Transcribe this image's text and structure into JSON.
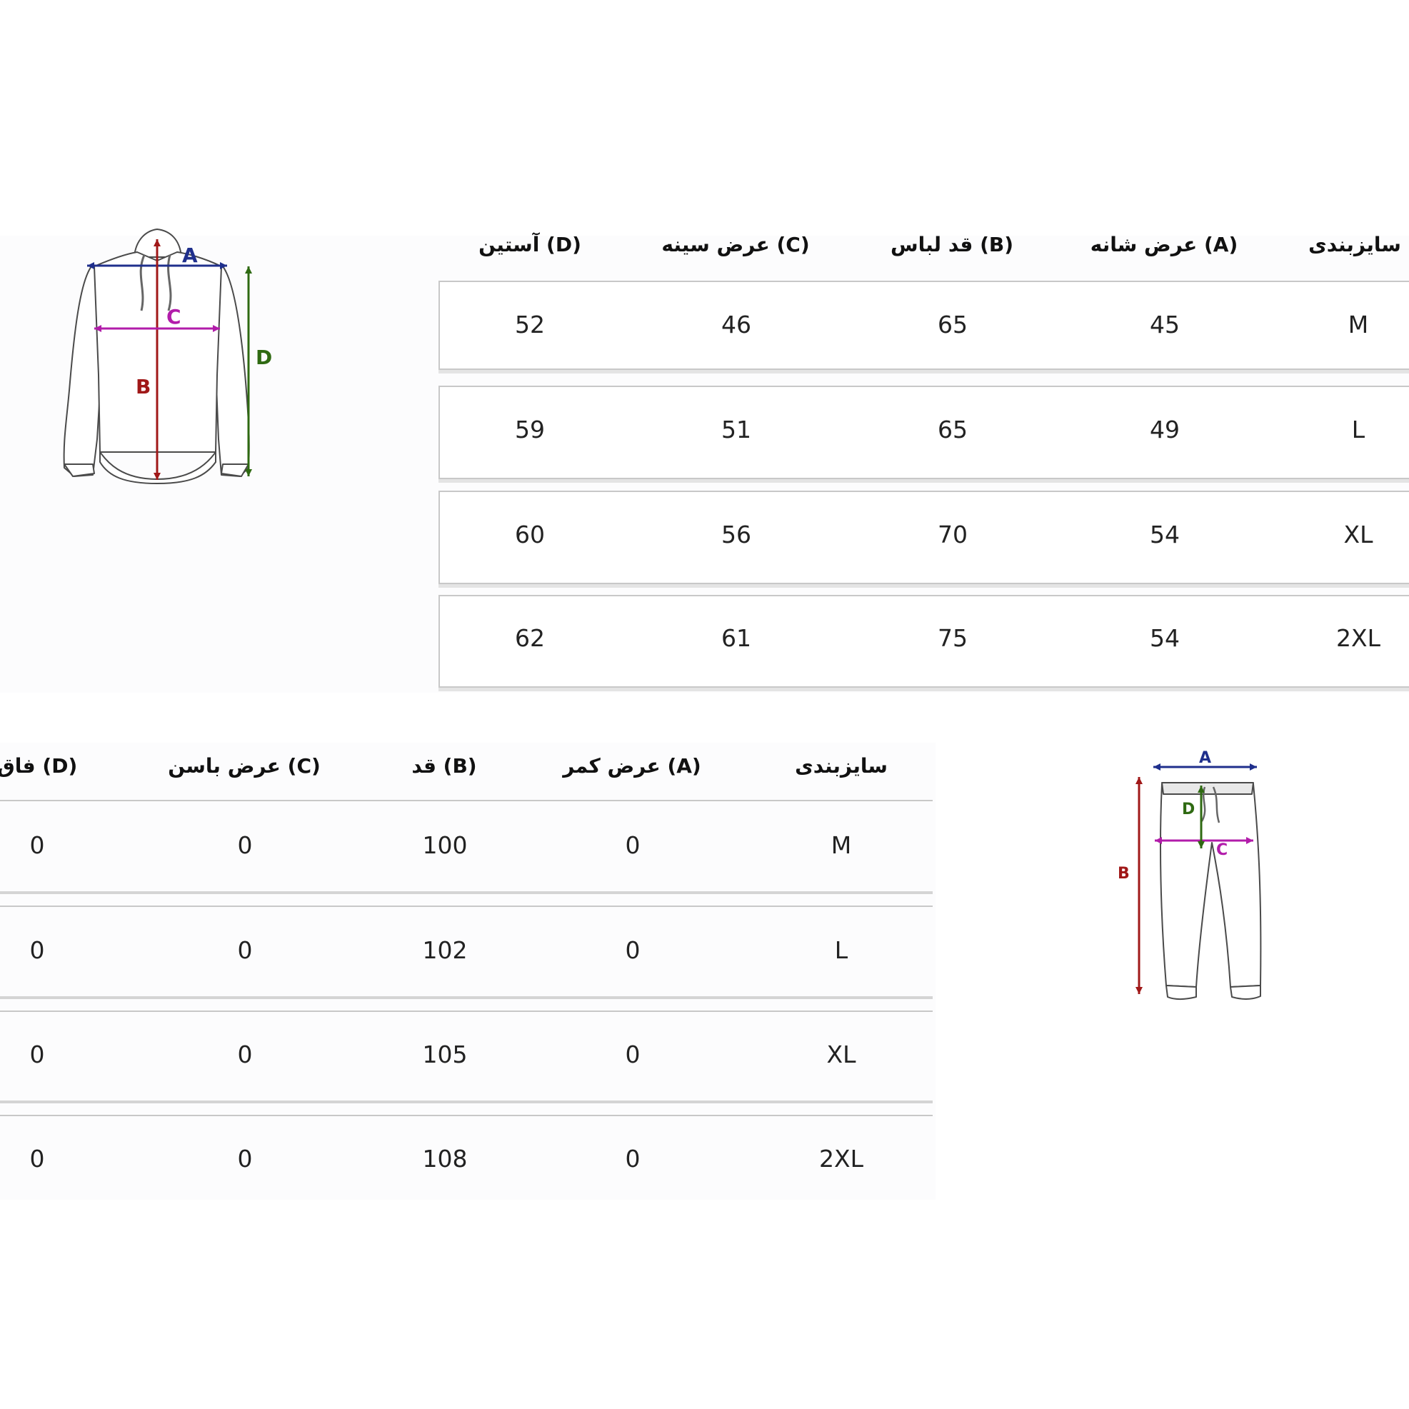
{
  "top_table": {
    "headers": [
      "(D) آستین",
      "(C) عرض سینه",
      "(B) قد لباس",
      "(A) عرض شانه",
      "سایزبندی"
    ],
    "rows": [
      [
        "52",
        "46",
        "65",
        "45",
        "M"
      ],
      [
        "59",
        "51",
        "65",
        "49",
        "L"
      ],
      [
        "60",
        "56",
        "70",
        "54",
        "XL"
      ],
      [
        "62",
        "61",
        "75",
        "54",
        "2XL"
      ]
    ]
  },
  "bottom_table": {
    "headers": [
      "(D) فاق",
      "(C) عرض باسن",
      "(B) قد",
      "(A) عرض کمر",
      "سایزبندی"
    ],
    "rows": [
      [
        "0",
        "0",
        "100",
        "0",
        "M"
      ],
      [
        "0",
        "0",
        "102",
        "0",
        "L"
      ],
      [
        "0",
        "0",
        "105",
        "0",
        "XL"
      ],
      [
        "0",
        "0",
        "108",
        "0",
        "2XL"
      ]
    ]
  },
  "hoodie_diagram": {
    "labels": {
      "a": "A",
      "b": "B",
      "c": "C",
      "d": "D"
    },
    "colors": {
      "a": "#1f2f8c",
      "b": "#a01818",
      "c": "#b21caa",
      "d": "#2f6a12"
    }
  },
  "pants_diagram": {
    "labels": {
      "a": "A",
      "b": "B",
      "c": "C",
      "d": "D"
    },
    "colors": {
      "a": "#1f2f8c",
      "b": "#a01818",
      "c": "#b21caa",
      "d": "#2f6a12"
    }
  }
}
